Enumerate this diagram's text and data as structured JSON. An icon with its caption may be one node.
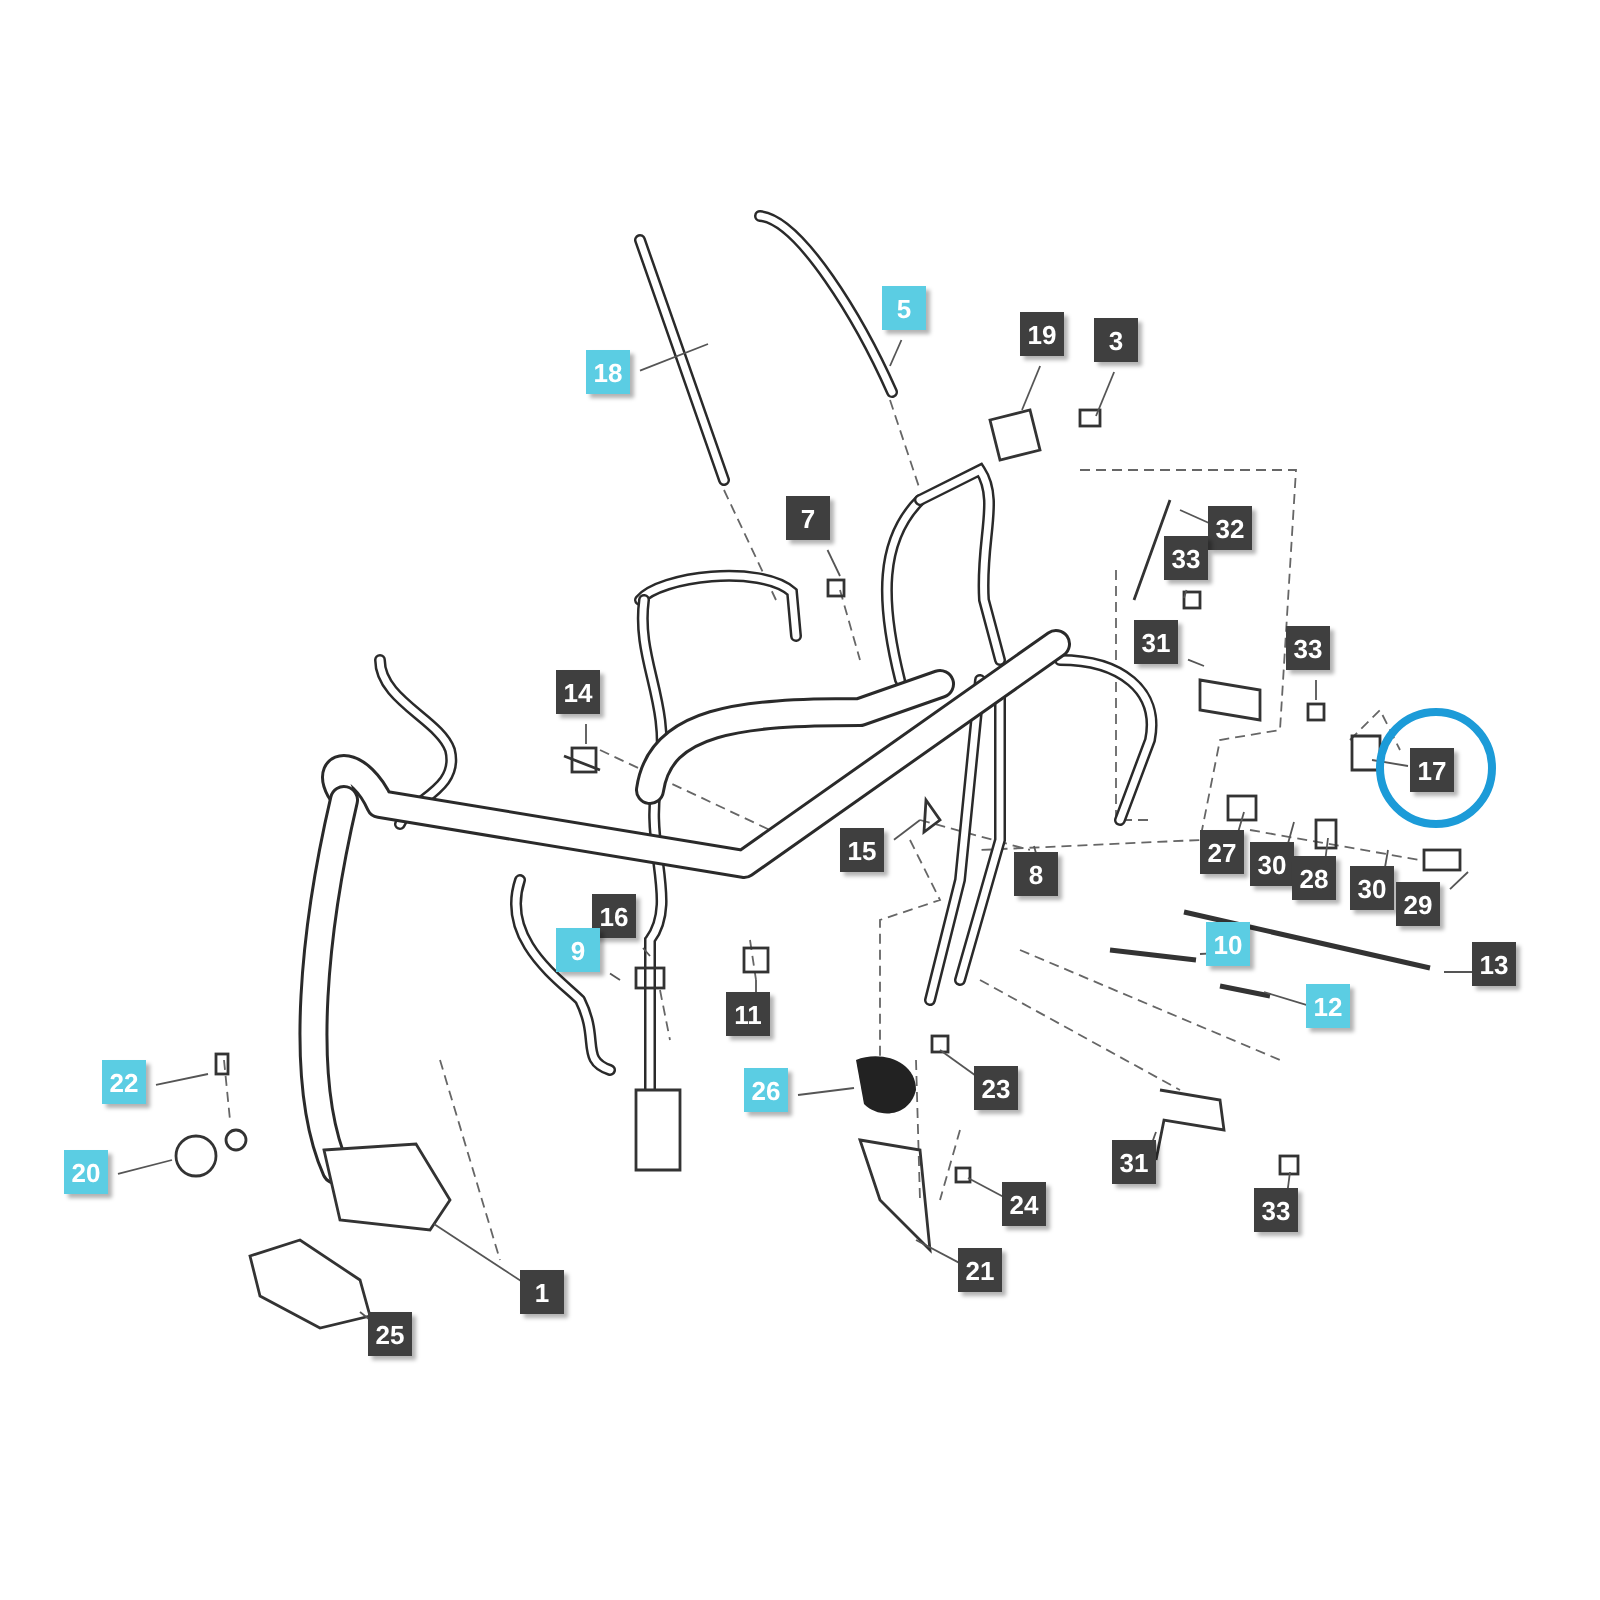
{
  "diagram": {
    "nodes": [
      {
        "text": [
          "18"
        ]
      },
      {
        "text": [
          "5"
        ]
      },
      {
        "text": [
          "19"
        ]
      },
      {
        "text": [
          "3"
        ]
      },
      {
        "text": [
          "7"
        ]
      },
      {
        "text": [
          "32"
        ]
      },
      {
        "text": [
          "33"
        ]
      },
      {
        "text": [
          "31"
        ]
      },
      {
        "text": [
          "33"
        ]
      },
      {
        "text": [
          "14"
        ]
      },
      {
        "text": [],
        "shape": "circle"
      },
      {
        "text": [
          "17"
        ],
        "in": 10
      },
      {
        "text": [
          "15"
        ]
      },
      {
        "text": [
          "8"
        ]
      },
      {
        "text": [
          "27"
        ]
      },
      {
        "text": [
          "30"
        ]
      },
      {
        "text": [
          "28"
        ]
      },
      {
        "text": [
          "30"
        ]
      },
      {
        "text": [
          "29"
        ]
      },
      {
        "text": [
          "16"
        ]
      },
      {
        "text": [
          "9"
        ]
      },
      {
        "text": [
          "10"
        ]
      },
      {
        "text": [
          "13"
        ]
      },
      {
        "text": [
          "11"
        ]
      },
      {
        "text": [
          "12"
        ]
      },
      {
        "text": [
          "22"
        ]
      },
      {
        "text": [
          "23"
        ]
      },
      {
        "text": [
          "26"
        ]
      },
      {
        "text": [
          "20"
        ]
      },
      {
        "text": [
          "31"
        ]
      },
      {
        "text": [
          "24"
        ]
      },
      {
        "text": [
          "33"
        ]
      },
      {
        "text": [
          "21"
        ]
      },
      {
        "text": [
          "1"
        ]
      },
      {
        "text": [
          "25"
        ]
      }
    ],
    "edges": [
      {
        "from": 0,
        "to": null,
        "arrow": "none"
      },
      {
        "from": 1,
        "to": null,
        "arrow": "none"
      },
      {
        "from": 2,
        "to": null,
        "arrow": "none"
      },
      {
        "from": 3,
        "to": null,
        "arrow": "none"
      },
      {
        "from": 4,
        "to": null,
        "arrow": "none"
      },
      {
        "from": 5,
        "to": null,
        "arrow": "none"
      },
      {
        "from": 6,
        "to": null,
        "arrow": "none"
      },
      {
        "from": 7,
        "to": null,
        "arrow": "none"
      },
      {
        "from": 8,
        "to": null,
        "arrow": "none"
      },
      {
        "from": 9,
        "to": null,
        "arrow": "none"
      },
      {
        "from": 11,
        "to": null,
        "arrow": "none"
      },
      {
        "from": 12,
        "to": null,
        "arrow": "none"
      },
      {
        "from": 13,
        "to": null,
        "arrow": "none"
      },
      {
        "from": 14,
        "to": null,
        "arrow": "none"
      },
      {
        "from": 15,
        "to": null,
        "arrow": "none"
      },
      {
        "from": 16,
        "to": null,
        "arrow": "none"
      },
      {
        "from": 17,
        "to": null,
        "arrow": "none"
      },
      {
        "from": 18,
        "to": null,
        "arrow": "none"
      },
      {
        "from": 19,
        "to": null,
        "arrow": "none"
      },
      {
        "from": 20,
        "to": null,
        "arrow": "none"
      },
      {
        "from": 21,
        "to": null,
        "arrow": "none"
      },
      {
        "from": 22,
        "to": null,
        "arrow": "none"
      },
      {
        "from": 23,
        "to": null,
        "arrow": "none"
      },
      {
        "from": 24,
        "to": null,
        "arrow": "none"
      },
      {
        "from": 25,
        "to": null,
        "arrow": "none"
      },
      {
        "from": 26,
        "to": null,
        "arrow": "none"
      },
      {
        "from": 27,
        "to": null,
        "arrow": "none"
      },
      {
        "from": 28,
        "to": null,
        "arrow": "none"
      },
      {
        "from": 29,
        "to": null,
        "arrow": "none"
      },
      {
        "from": 30,
        "to": null,
        "arrow": "none"
      },
      {
        "from": 31,
        "to": null,
        "arrow": "none"
      },
      {
        "from": 32,
        "to": null,
        "arrow": "none"
      },
      {
        "from": 33,
        "to": null,
        "arrow": "none"
      },
      {
        "from": 34,
        "to": null,
        "arrow": "none"
      }
    ]
  }
}
